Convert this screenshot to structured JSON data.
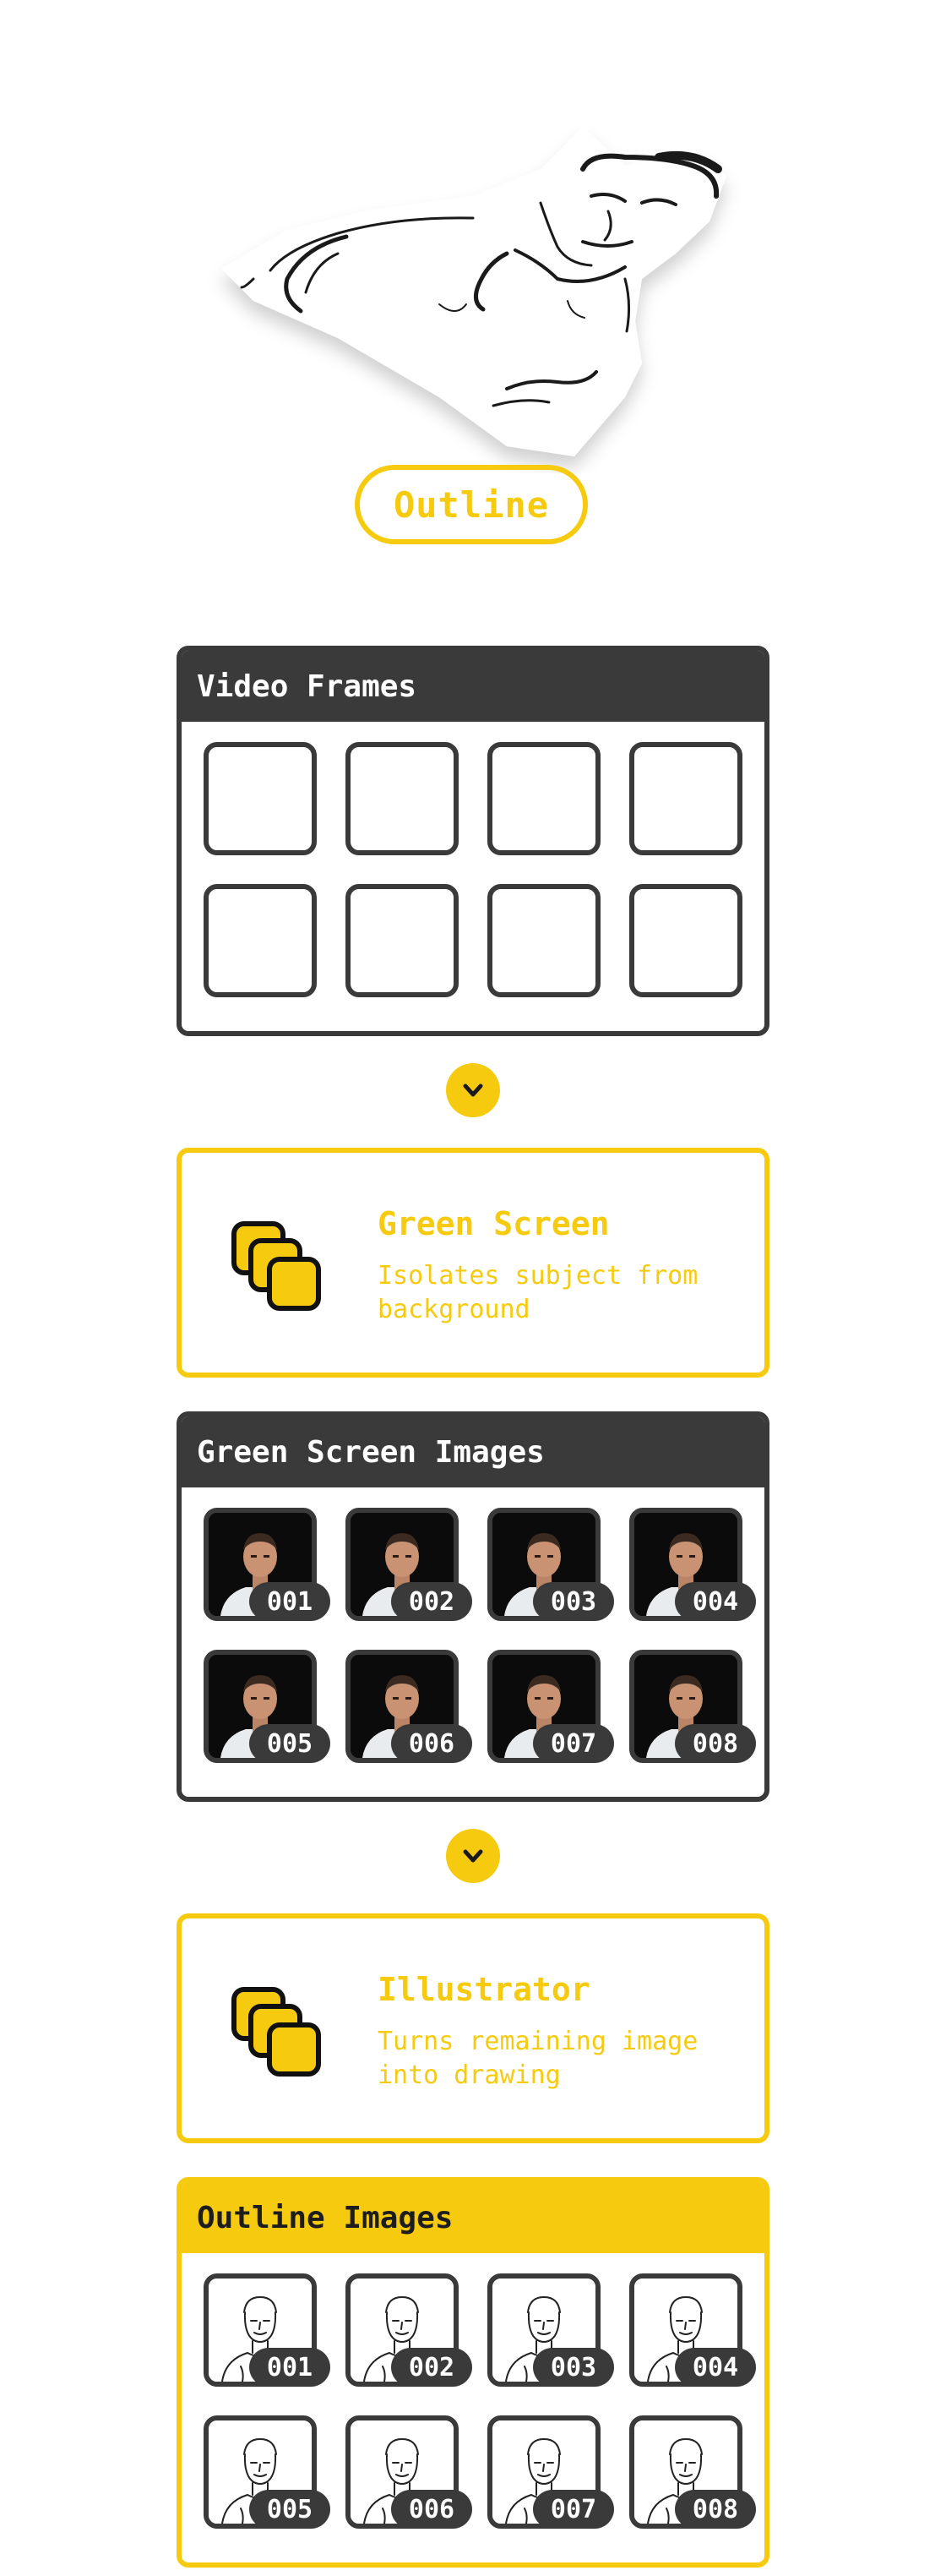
{
  "hero": {
    "label": "Outline"
  },
  "video_frames": {
    "title": "Video Frames"
  },
  "green_screen_step": {
    "title": "Green Screen",
    "description": "Isolates subject from background"
  },
  "green_screen_images": {
    "title": "Green Screen Images",
    "items": [
      "001",
      "002",
      "003",
      "004",
      "005",
      "006",
      "007",
      "008"
    ]
  },
  "illustrator_step": {
    "title": "Illustrator",
    "description": "Turns remaining image into drawing"
  },
  "outline_images": {
    "title": "Outline Images",
    "items": [
      "001",
      "002",
      "003",
      "004",
      "005",
      "006",
      "007",
      "008"
    ]
  },
  "colors": {
    "accent": "#f6cb0f",
    "dark": "#3a3a3a",
    "background": "#ffffff"
  }
}
